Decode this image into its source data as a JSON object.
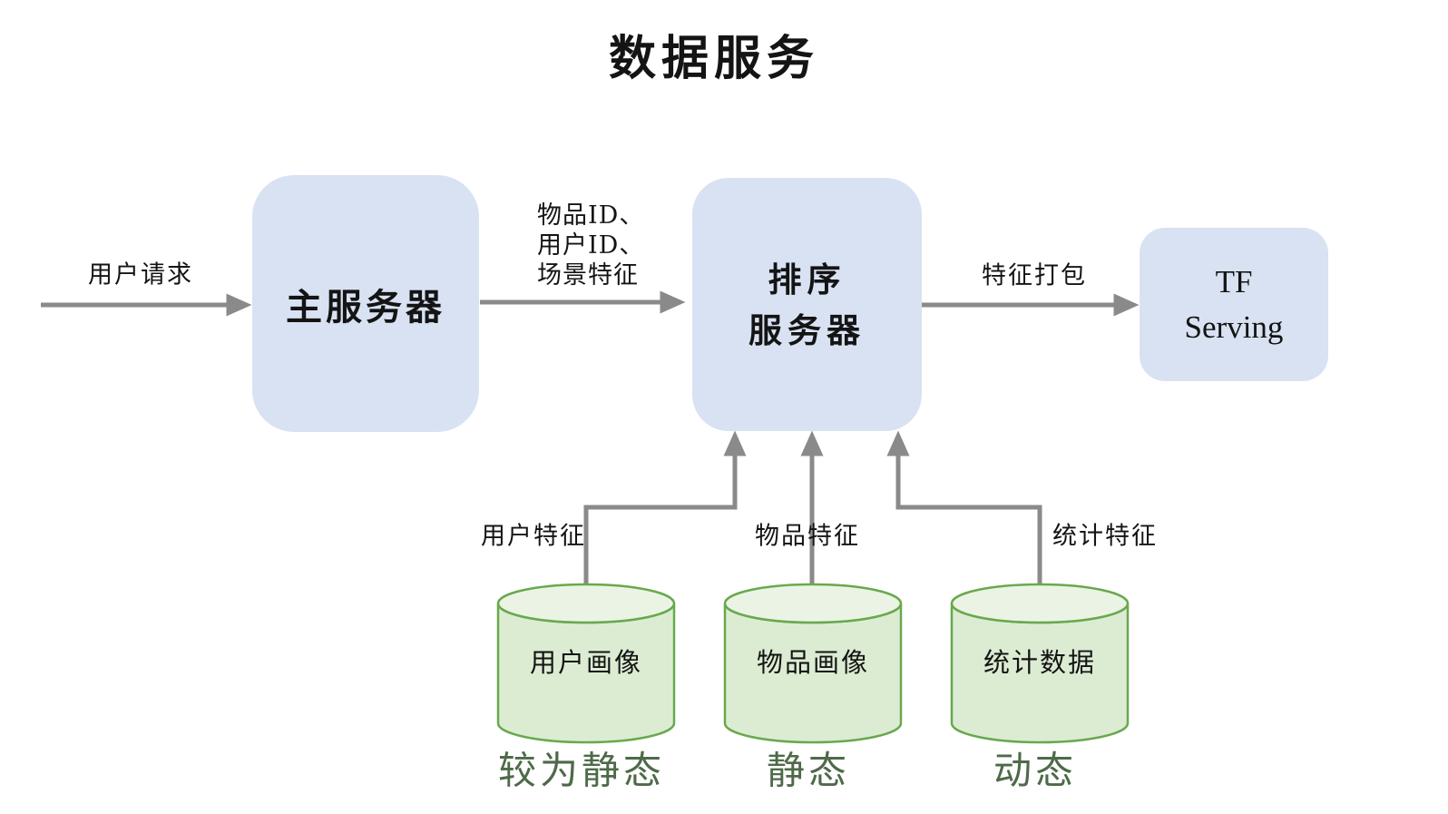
{
  "title": "数据服务",
  "colors": {
    "box_fill": "#d9e2f3",
    "cylinder_body": "#dcecd3",
    "cylinder_top": "#ebf4e4",
    "cylinder_stroke": "#68a94e",
    "arrow": "#8a8a8a",
    "text": "#141414",
    "caption": "#4e6a49"
  },
  "nodes": {
    "main_server": {
      "label": "主服务器"
    },
    "rank_server": {
      "line1": "排序",
      "line2": "服务器"
    },
    "tf_serving": {
      "line1": "TF",
      "line2": "Serving"
    }
  },
  "edges": {
    "user_request": {
      "label": "用户请求"
    },
    "rank_input": {
      "line1": "物品ID、",
      "line2": "用户ID、",
      "line3": "场景特征"
    },
    "feature_pack": {
      "label": "特征打包"
    },
    "user_features": {
      "label": "用户特征"
    },
    "item_features": {
      "label": "物品特征"
    },
    "stat_features": {
      "label": "统计特征"
    }
  },
  "databases": [
    {
      "label": "用户画像",
      "caption": "较为静态"
    },
    {
      "label": "物品画像",
      "caption": "静态"
    },
    {
      "label": "统计数据",
      "caption": "动态"
    }
  ]
}
